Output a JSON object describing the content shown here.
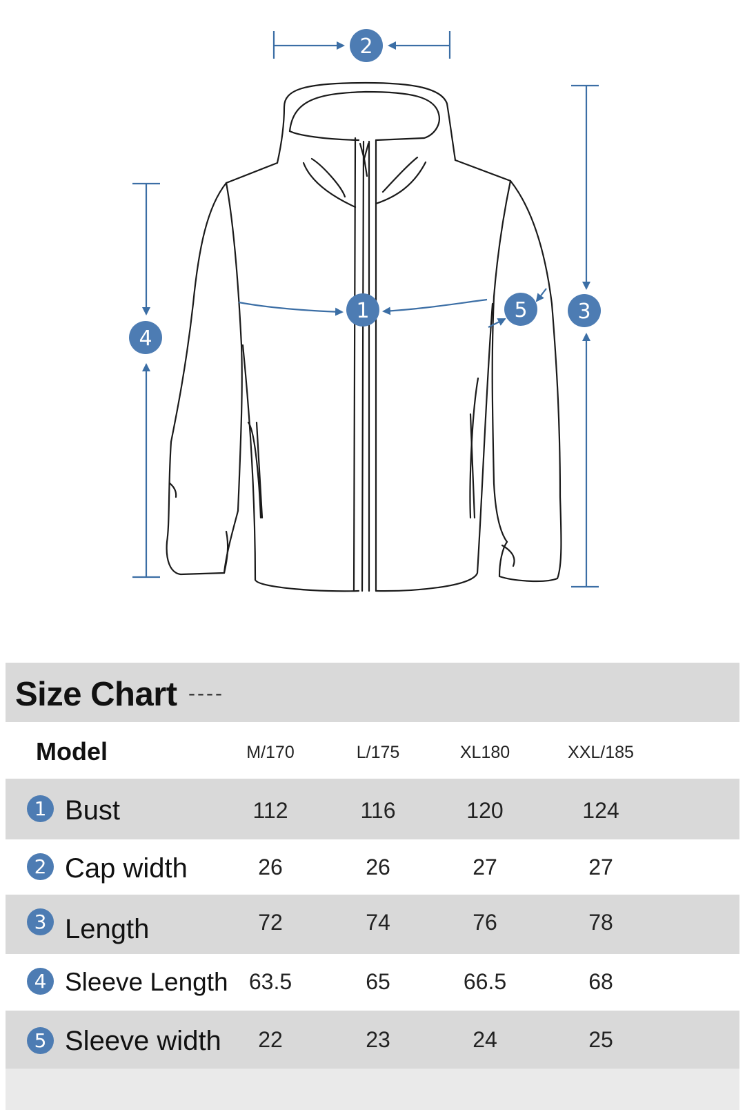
{
  "diagram": {
    "markers": [
      "1",
      "2",
      "3",
      "4",
      "5"
    ],
    "accent_color": "#3b6ea5",
    "badge_color": "#4d7cb3"
  },
  "size_chart": {
    "title": "Size Chart",
    "title_suffix": "----",
    "header_label": "Model",
    "sizes": [
      "M/170",
      "L/175",
      "XL180",
      "XXL/185"
    ],
    "rows": [
      {
        "num": "1",
        "label": "Bust",
        "values": [
          "112",
          "116",
          "120",
          "124"
        ]
      },
      {
        "num": "2",
        "label": "Cap width",
        "values": [
          "26",
          "26",
          "27",
          "27"
        ]
      },
      {
        "num": "3",
        "label": "Length",
        "values": [
          "72",
          "74",
          "76",
          "78"
        ]
      },
      {
        "num": "4",
        "label": "Sleeve Length",
        "values": [
          "63.5",
          "65",
          "66.5",
          "68"
        ]
      },
      {
        "num": "5",
        "label": "Sleeve width",
        "values": [
          "22",
          "23",
          "24",
          "25"
        ]
      }
    ]
  }
}
